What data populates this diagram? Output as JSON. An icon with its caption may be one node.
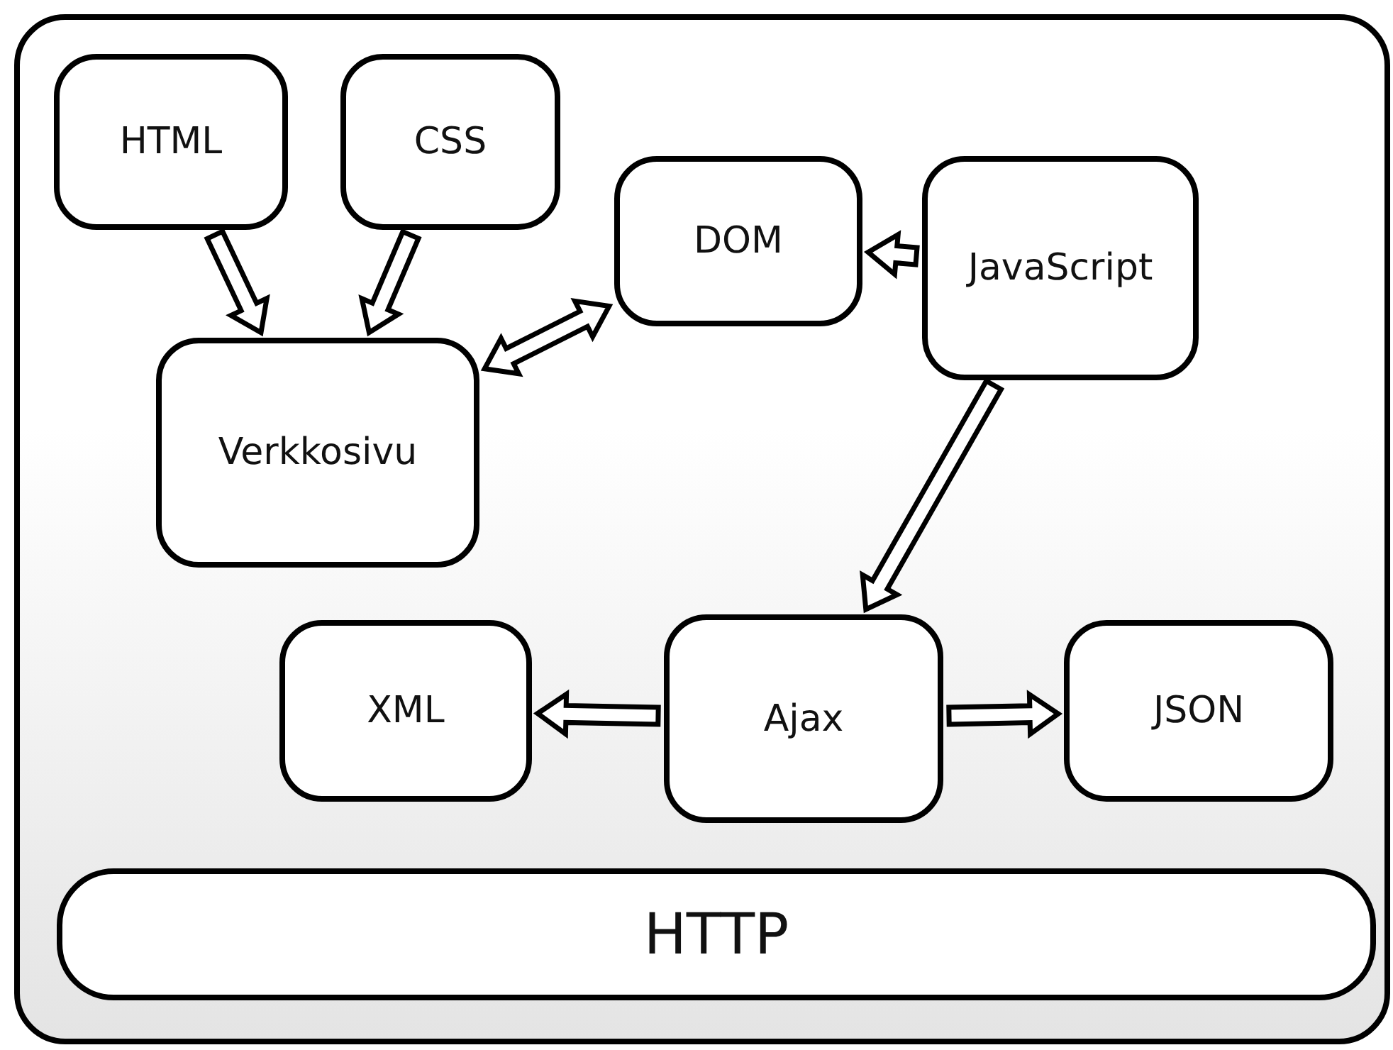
{
  "diagram": {
    "nodes": [
      {
        "text": [],
        "shape": "box"
      },
      {
        "text": [
          "HTML"
        ],
        "in": 0
      },
      {
        "text": [
          "CSS"
        ],
        "in": 0
      },
      {
        "text": [
          "DOM"
        ],
        "in": 0
      },
      {
        "text": [
          "JavaScript"
        ],
        "in": 0
      },
      {
        "text": [
          "Verkkosivu"
        ],
        "in": 0
      },
      {
        "text": [
          "XML"
        ],
        "in": 0
      },
      {
        "text": [
          "Ajax"
        ],
        "in": 0
      },
      {
        "text": [
          "JSON"
        ],
        "in": 0
      },
      {
        "text": [
          "HTTP"
        ],
        "in": 0
      }
    ],
    "edges": [
      {
        "from": 1,
        "to": 5,
        "arrow": "to"
      },
      {
        "from": 2,
        "to": 5,
        "arrow": "to"
      },
      {
        "from": 5,
        "to": 3,
        "arrow": "both"
      },
      {
        "from": 4,
        "to": 3,
        "arrow": "to"
      },
      {
        "from": 4,
        "to": 7,
        "arrow": "to"
      },
      {
        "from": 7,
        "to": 6,
        "arrow": "to"
      },
      {
        "from": 7,
        "to": 8,
        "arrow": "to"
      }
    ]
  }
}
